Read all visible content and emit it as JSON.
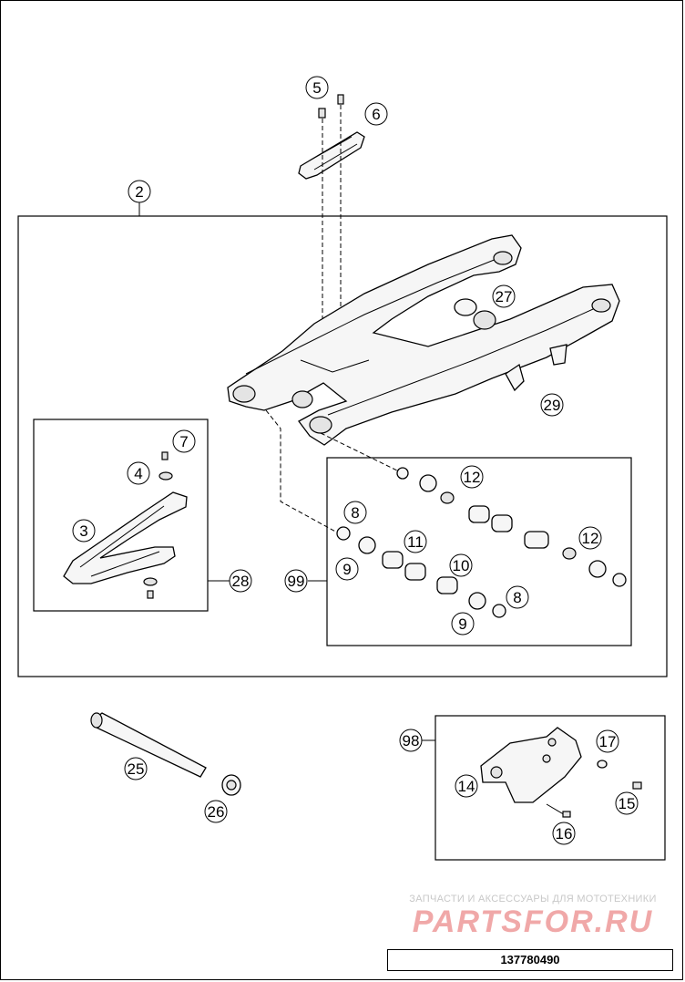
{
  "diagram": {
    "part_numbers": {
      "p2": "2",
      "p3": "3",
      "p4": "4",
      "p5": "5",
      "p6": "6",
      "p7": "7",
      "p8a": "8",
      "p8b": "8",
      "p9a": "9",
      "p9b": "9",
      "p10": "10",
      "p11": "11",
      "p12a": "12",
      "p12b": "12",
      "p14": "14",
      "p15": "15",
      "p16": "16",
      "p17": "17",
      "p25": "25",
      "p26": "26",
      "p27": "27",
      "p28": "28",
      "p29": "29",
      "p98": "98",
      "p99": "99"
    }
  },
  "watermark": {
    "tagline": "ЗАПЧАСТИ И АКСЕССУАРЫ ДЛЯ МОТОТЕХНИКИ",
    "brand": "PARTSFOR.RU"
  },
  "document_number": "137780490"
}
